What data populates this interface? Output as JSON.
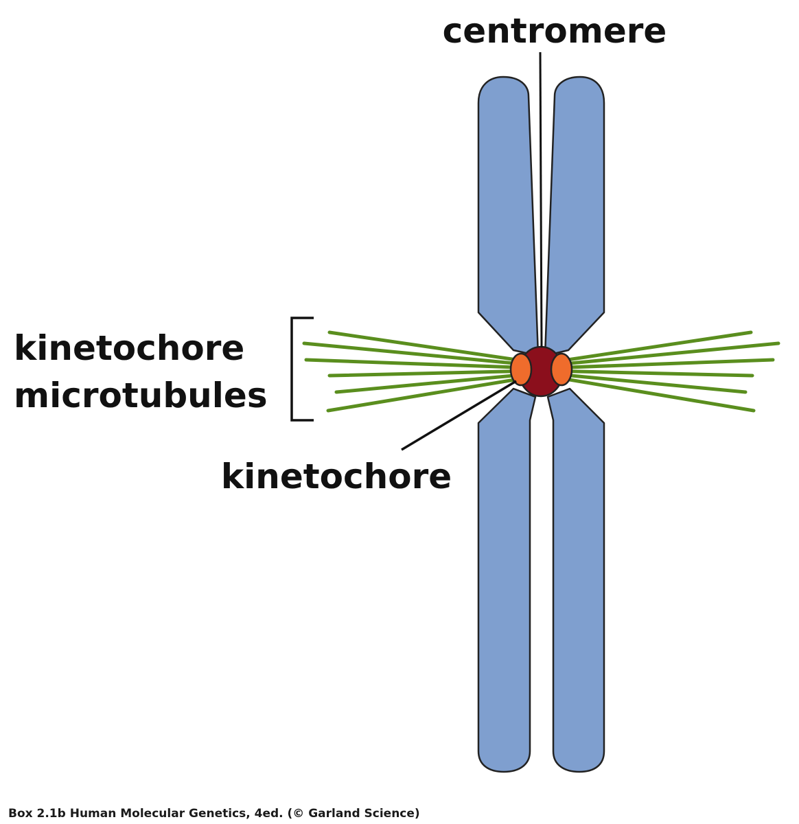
{
  "labels": {
    "centromere": "centromere",
    "microtubules_line1": "kinetochore",
    "microtubules_line2": "microtubules",
    "kinetochore": "kinetochore"
  },
  "caption": "Box 2.1b  Human Molecular Genetics, 4ed. (© Garland Science)",
  "colors": {
    "chromatid_fill": "#7f9fcf",
    "outline": "#222222",
    "microtubule": "#5a8e1e",
    "centromere": "#8b0f1c",
    "kinetochore": "#ef6c2c",
    "text": "#111111"
  }
}
